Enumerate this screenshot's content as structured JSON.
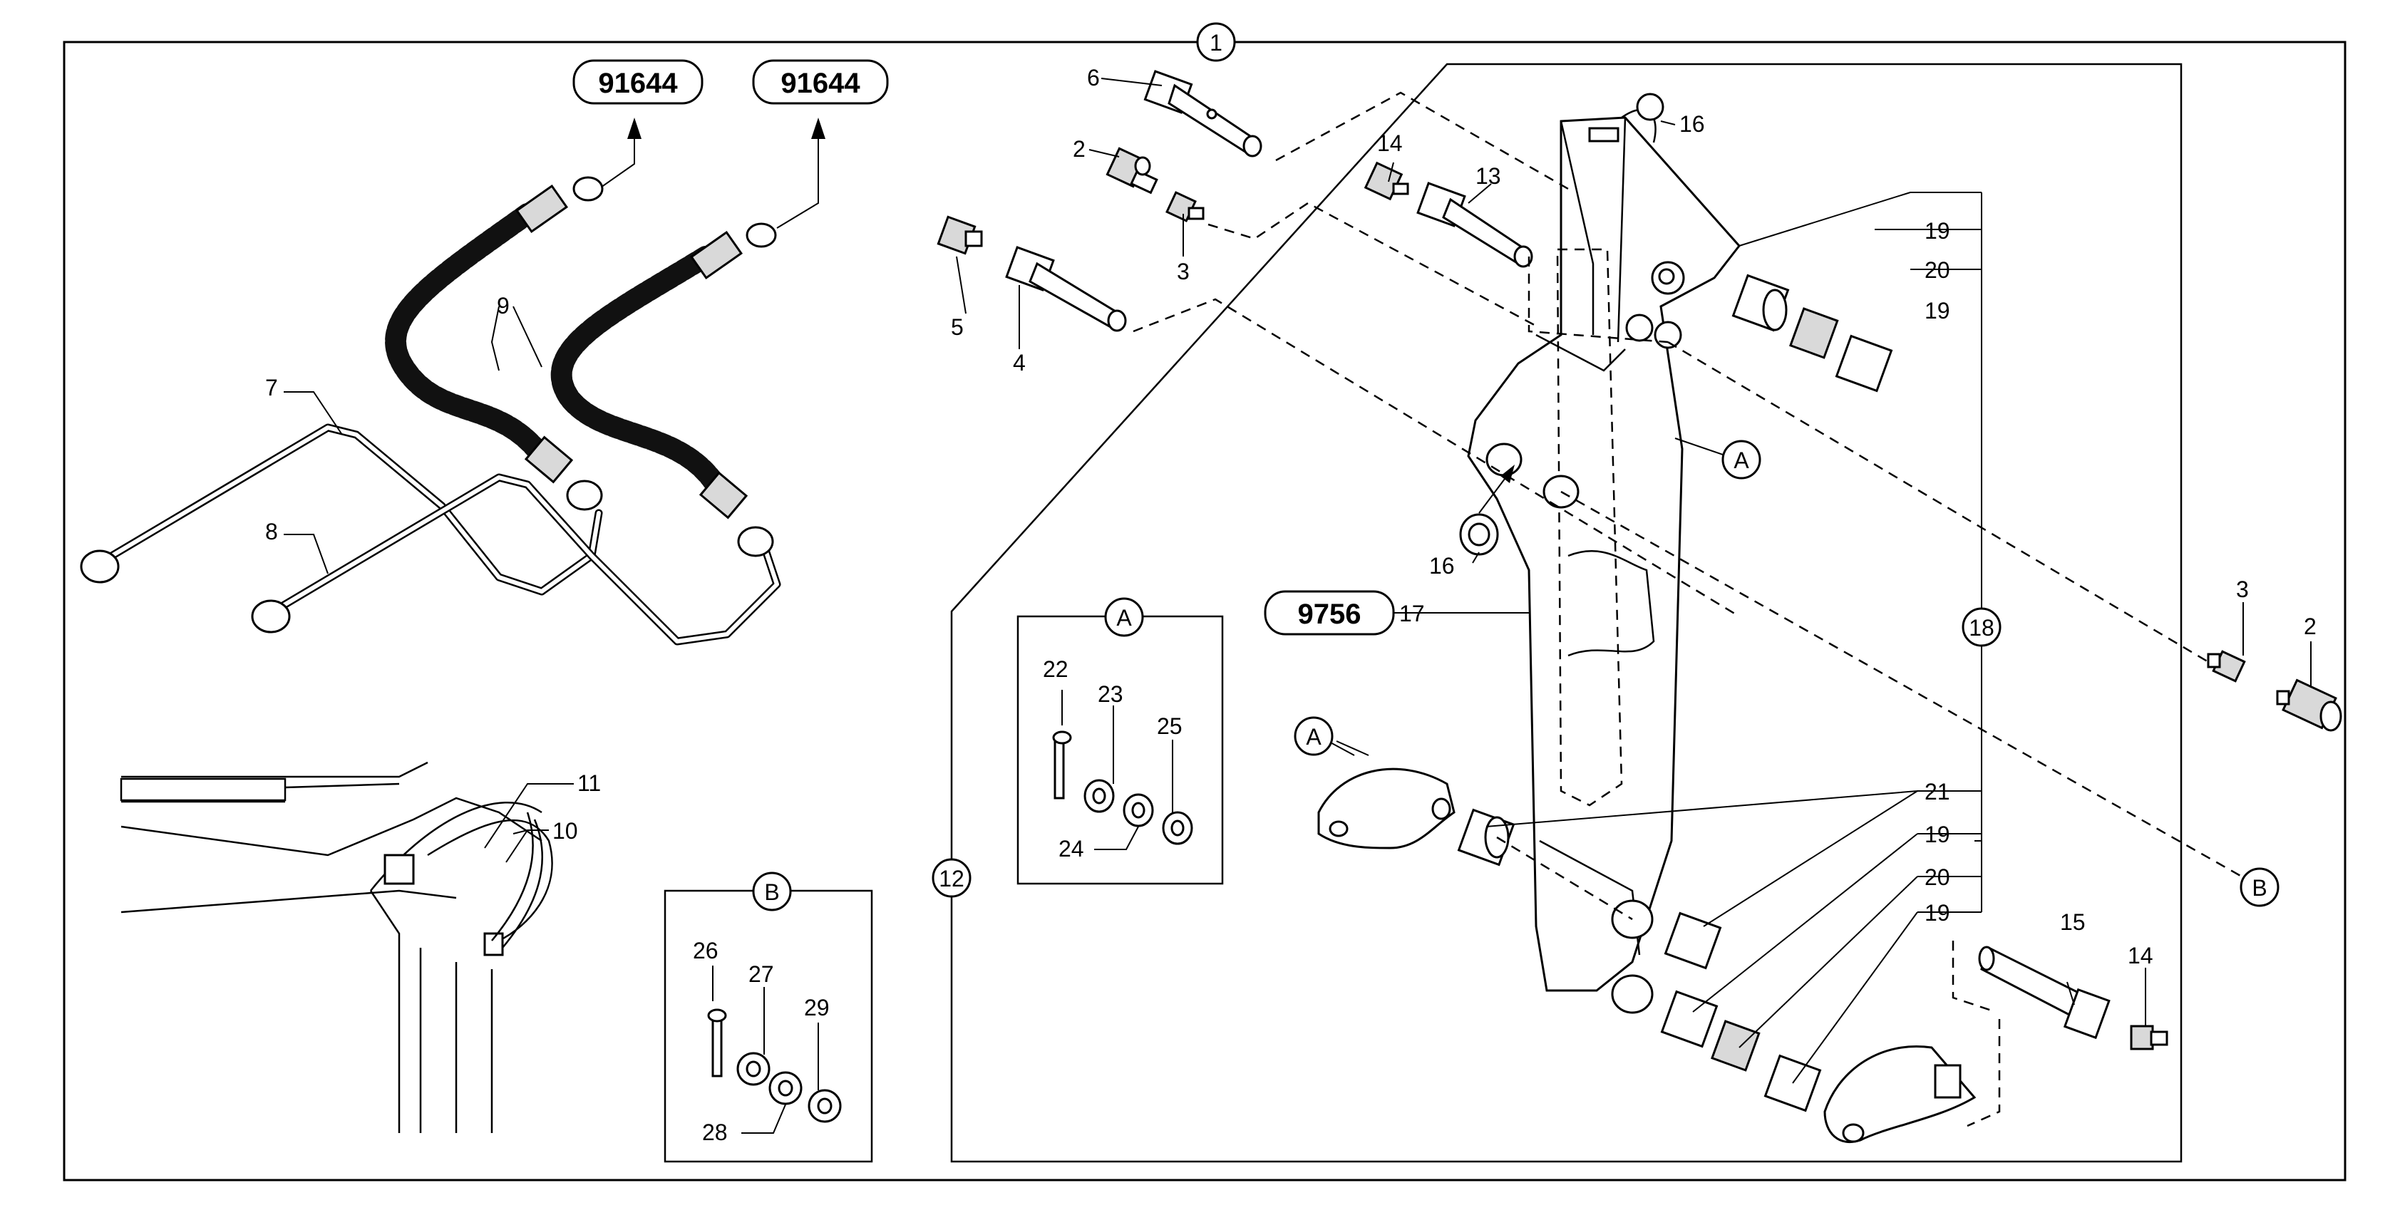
{
  "diagram": {
    "assembly_number": "1",
    "boxes": {
      "A": {
        "label": "A",
        "items": [
          "22",
          "23",
          "24",
          "25"
        ]
      },
      "B": {
        "label": "B",
        "items": [
          "26",
          "27",
          "28",
          "29"
        ]
      }
    },
    "references": {
      "ref_hose_left": "91644",
      "ref_hose_right": "91644",
      "ref_arm": "9756"
    },
    "callouts": {
      "c2a": "2",
      "c2b": "2",
      "c3a": "3",
      "c3b": "3",
      "c4": "4",
      "c5": "5",
      "c6": "6",
      "c7": "7",
      "c8": "8",
      "c9": "9",
      "c10": "10",
      "c11": "11",
      "c12": "12",
      "c13": "13",
      "c14a": "14",
      "c14b": "14",
      "c15": "15",
      "c16a": "16",
      "c16b": "16",
      "c17": "17",
      "c18": "18",
      "c19a": "19",
      "c19b": "19",
      "c19c": "19",
      "c19d": "19",
      "c20a": "20",
      "c20b": "20",
      "c21": "21",
      "c22": "22",
      "c23": "23",
      "c24": "24",
      "c25": "25",
      "c26": "26",
      "c27": "27",
      "c28": "28",
      "c29": "29"
    },
    "markers": {
      "mA1": "A",
      "mA2": "A",
      "mB1": "B"
    }
  }
}
